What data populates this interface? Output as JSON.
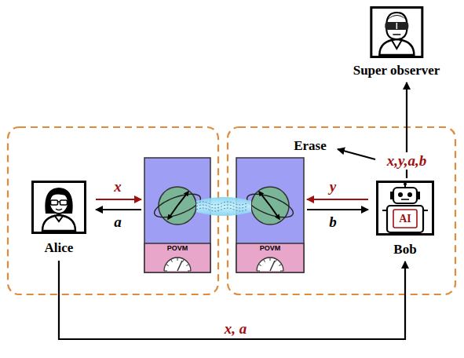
{
  "diagram": {
    "nodes": [
      {
        "text": [
          "Super observer"
        ]
      },
      {
        "text": [
          "Alice"
        ]
      },
      {
        "text": [
          "POVM"
        ]
      },
      {
        "text": [
          "POVM"
        ]
      },
      {
        "text": [
          "AI",
          "Bob"
        ]
      }
    ],
    "edges": [
      {
        "from": 1,
        "to": 2,
        "label": "x",
        "arrow": "to"
      },
      {
        "from": 2,
        "to": 1,
        "label": "a",
        "arrow": "to"
      },
      {
        "from": 4,
        "to": 3,
        "label": "y",
        "arrow": "to"
      },
      {
        "from": 3,
        "to": 4,
        "label": "b",
        "arrow": "to"
      },
      {
        "from": 1,
        "to": 4,
        "label": "x, a",
        "arrow": "to"
      },
      {
        "from": 4,
        "to": 0,
        "label": "x,y,a,b",
        "arrow": "to"
      }
    ],
    "labels": [
      "Erase"
    ]
  }
}
